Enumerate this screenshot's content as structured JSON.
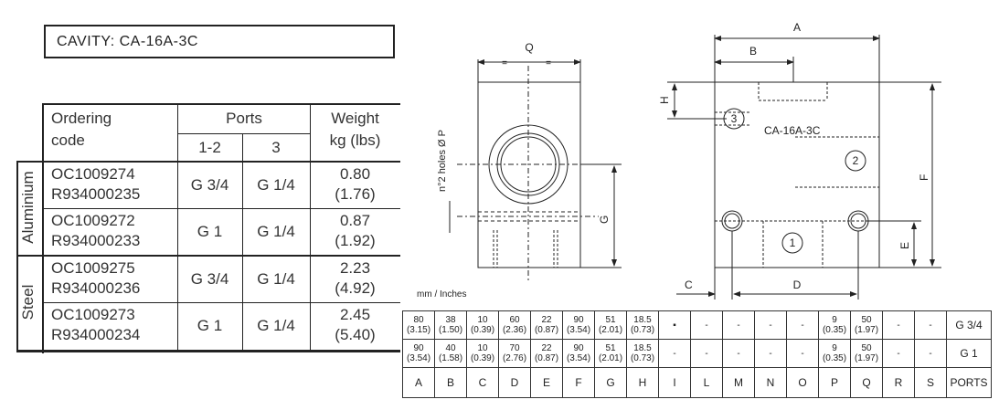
{
  "cavity": "CAVITY: CA-16A-3C",
  "ordering_table": {
    "header_code": [
      "Ordering",
      "code"
    ],
    "header_ports": "Ports",
    "header_port_a": "1-2",
    "header_port_b": "3",
    "header_weight": [
      "Weight",
      "kg (lbs)"
    ],
    "group_aluminium": "Aluminium",
    "group_steel": "Steel",
    "rows": [
      {
        "code1": "OC1009274",
        "code2": "R934000235",
        "p12": "G 3/4",
        "p3": "G 1/4",
        "w1": "0.80",
        "w2": "(1.76)"
      },
      {
        "code1": "OC1009272",
        "code2": "R934000233",
        "p12": "G 1",
        "p3": "G 1/4",
        "w1": "0.87",
        "w2": "(1.92)"
      },
      {
        "code1": "OC1009275",
        "code2": "R934000236",
        "p12": "G 3/4",
        "p3": "G 1/4",
        "w1": "2.23",
        "w2": "(4.92)"
      },
      {
        "code1": "OC1009273",
        "code2": "R934000234",
        "p12": "G 1",
        "p3": "G 1/4",
        "w1": "2.45",
        "w2": "(5.40)"
      }
    ]
  },
  "drawing": {
    "label_Q": "Q",
    "label_holes": "n°2 holes Ø P",
    "label_G": "G",
    "label_A": "A",
    "label_B": "B",
    "label_H": "H",
    "label_F": "F",
    "label_E": "E",
    "label_C": "C",
    "label_D": "D",
    "label_cavity": "CA-16A-3C",
    "port1": "1",
    "port2": "2",
    "port3": "3",
    "units": "mm / Inches"
  },
  "dim_table": {
    "rows": [
      {
        "cells": [
          [
            "80",
            "(3.15)"
          ],
          [
            "38",
            "(1.50)"
          ],
          [
            "10",
            "(0.39)"
          ],
          [
            "60",
            "(2.36)"
          ],
          [
            "22",
            "(0.87)"
          ],
          [
            "90",
            "(3.54)"
          ],
          [
            "51",
            "(2.01)"
          ],
          [
            "18.5",
            "(0.73)"
          ],
          [
            "▪",
            ""
          ],
          [
            "-",
            ""
          ],
          [
            "-",
            ""
          ],
          [
            "-",
            ""
          ],
          [
            "-",
            ""
          ],
          [
            "9",
            "(0.35)"
          ],
          [
            "50",
            "(1.97)"
          ],
          [
            "-",
            ""
          ],
          [
            "-",
            ""
          ]
        ],
        "port": "G 3/4"
      },
      {
        "cells": [
          [
            "90",
            "(3.54)"
          ],
          [
            "40",
            "(1.58)"
          ],
          [
            "10",
            "(0.39)"
          ],
          [
            "70",
            "(2.76)"
          ],
          [
            "22",
            "(0.87)"
          ],
          [
            "90",
            "(3.54)"
          ],
          [
            "51",
            "(2.01)"
          ],
          [
            "18.5",
            "(0.73)"
          ],
          [
            "-",
            ""
          ],
          [
            "-",
            ""
          ],
          [
            "-",
            ""
          ],
          [
            "-",
            ""
          ],
          [
            "-",
            ""
          ],
          [
            "9",
            "(0.35)"
          ],
          [
            "50",
            "(1.97)"
          ],
          [
            "-",
            ""
          ],
          [
            "-",
            ""
          ]
        ],
        "port": "G 1"
      }
    ],
    "headers": [
      "A",
      "B",
      "C",
      "D",
      "E",
      "F",
      "G",
      "H",
      "I",
      "L",
      "M",
      "N",
      "O",
      "P",
      "Q",
      "R",
      "S",
      "PORTS"
    ]
  }
}
